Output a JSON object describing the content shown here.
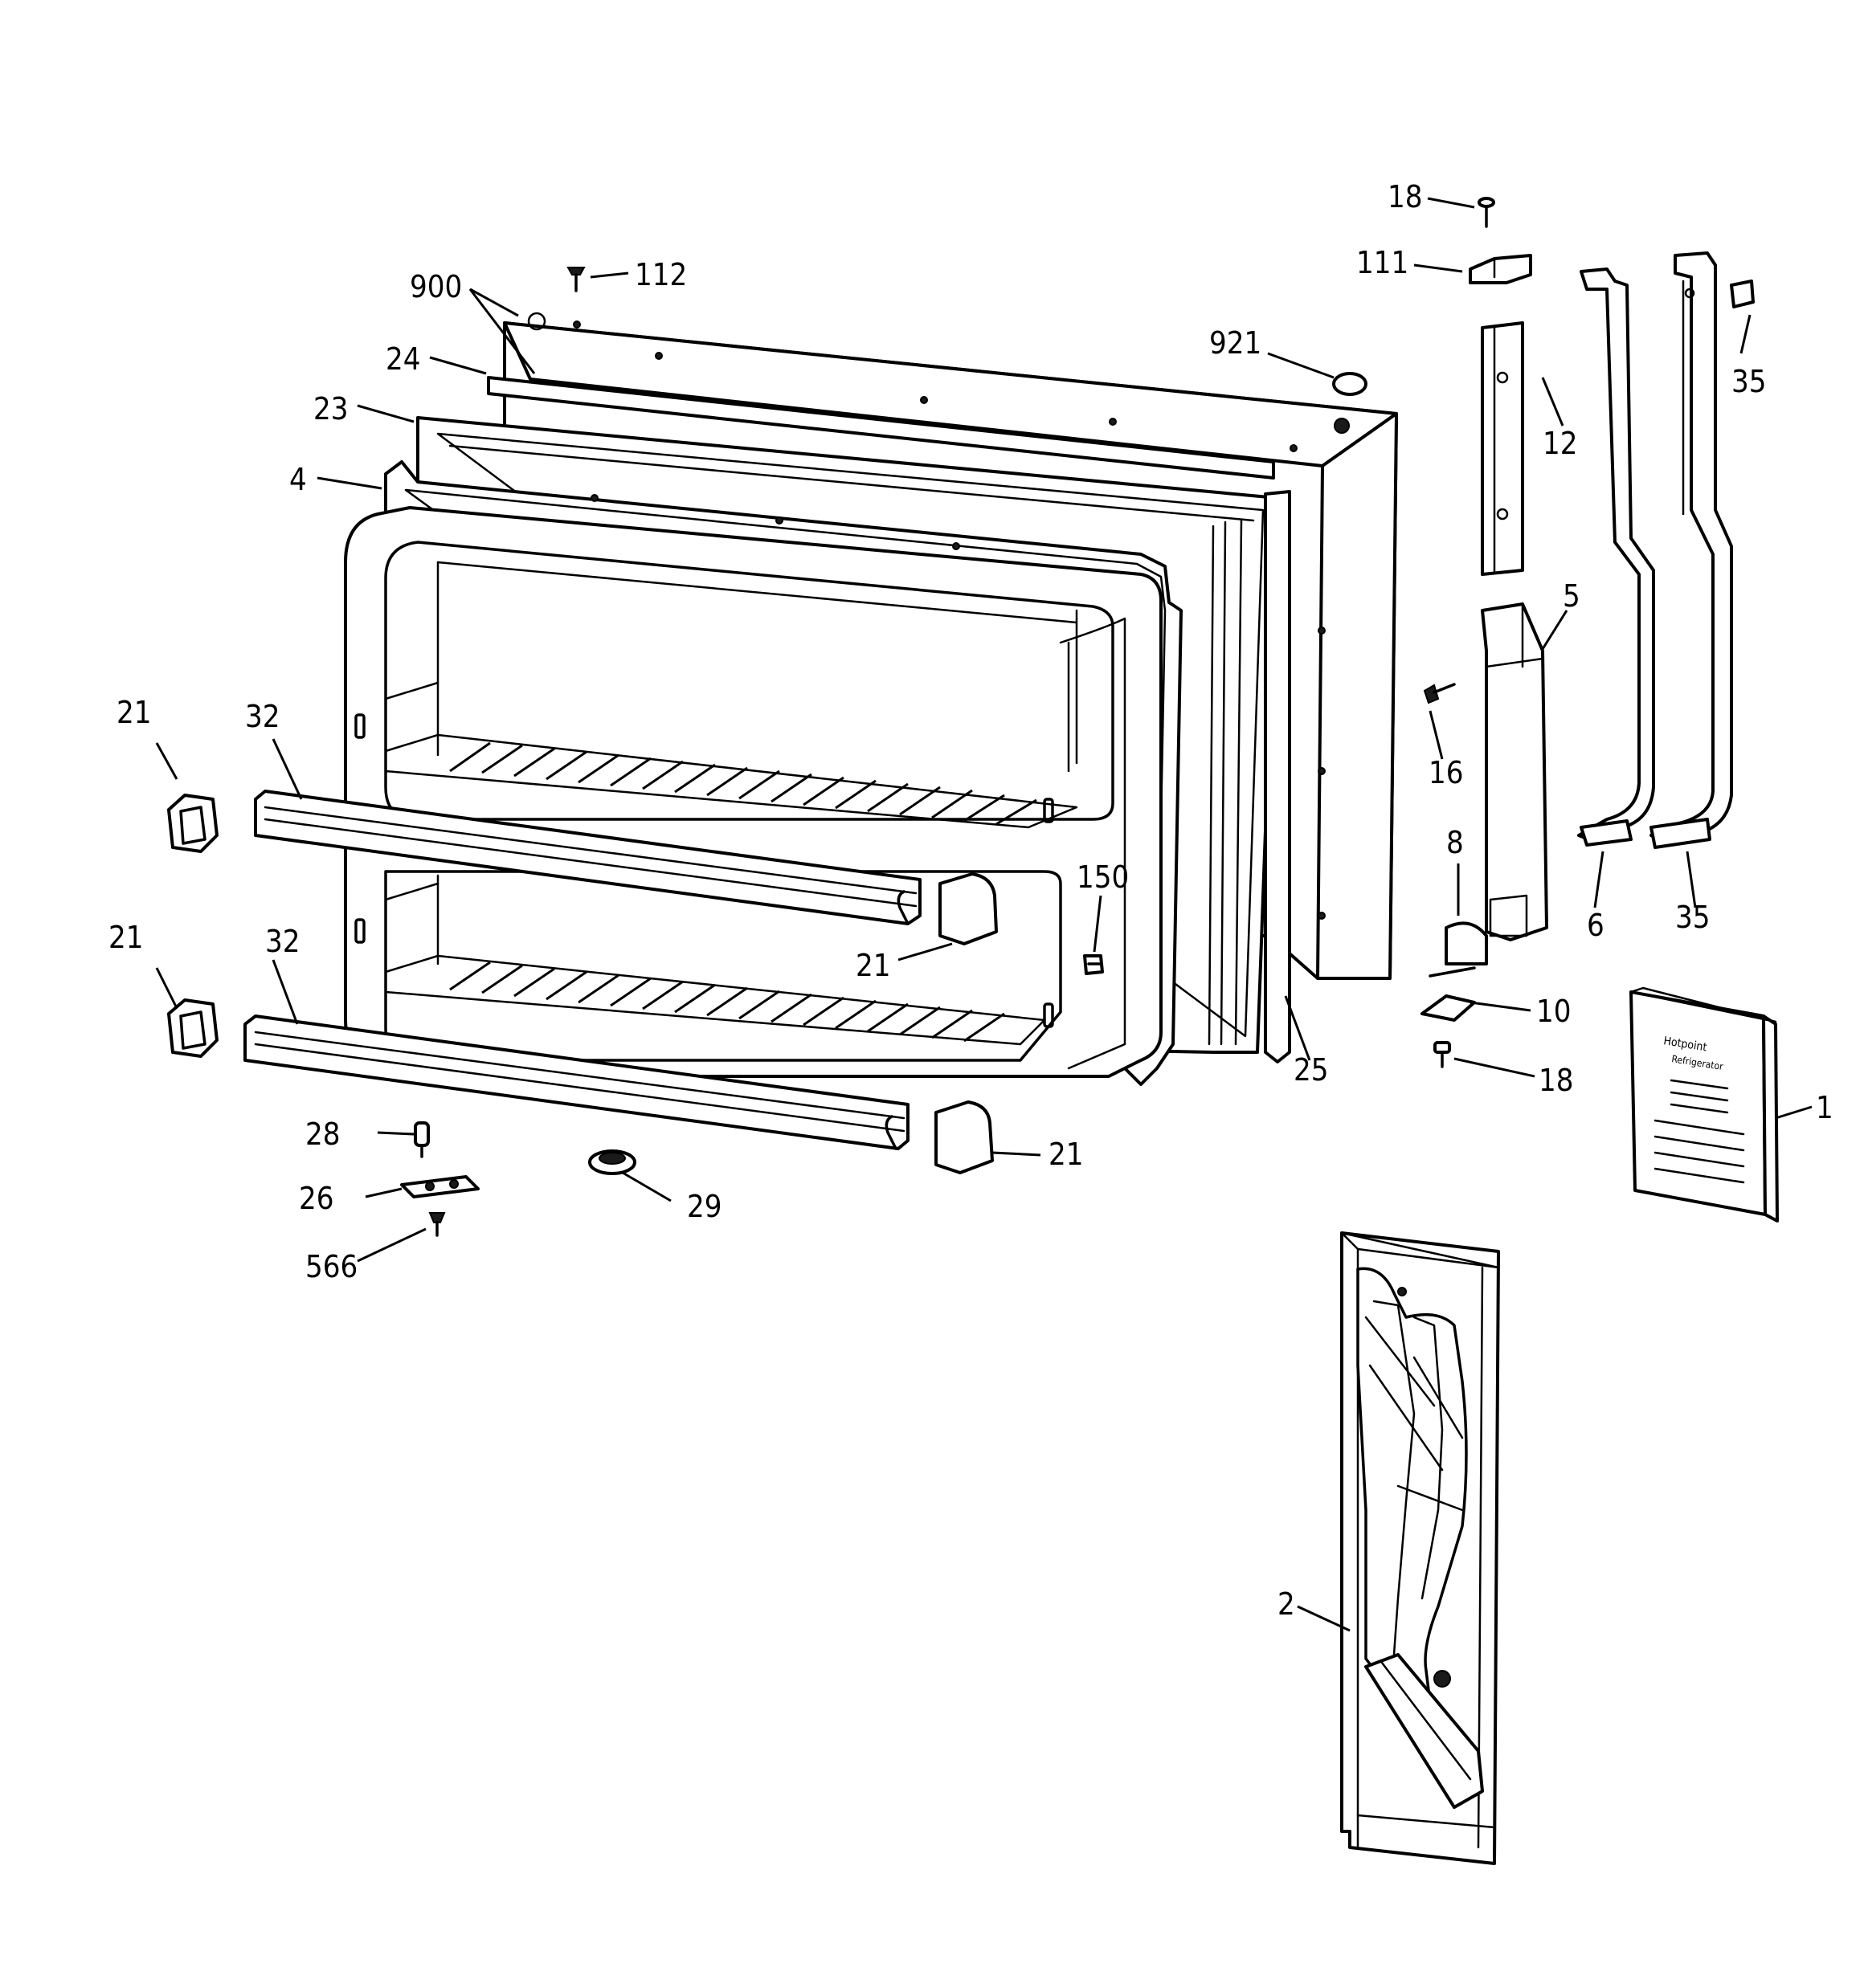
{
  "diagram": {
    "labels": [
      {
        "id": "l18a",
        "text": "18"
      },
      {
        "id": "l111",
        "text": "111"
      },
      {
        "id": "l112",
        "text": "112"
      },
      {
        "id": "l900",
        "text": "900"
      },
      {
        "id": "l921",
        "text": "921"
      },
      {
        "id": "l35a",
        "text": "35"
      },
      {
        "id": "l24",
        "text": "24"
      },
      {
        "id": "l23",
        "text": "23"
      },
      {
        "id": "l12",
        "text": "12"
      },
      {
        "id": "l4",
        "text": "4"
      },
      {
        "id": "l5",
        "text": "5"
      },
      {
        "id": "l21a",
        "text": "21"
      },
      {
        "id": "l32a",
        "text": "32"
      },
      {
        "id": "l16",
        "text": "16"
      },
      {
        "id": "l8",
        "text": "8"
      },
      {
        "id": "l150",
        "text": "150"
      },
      {
        "id": "l6",
        "text": "6"
      },
      {
        "id": "l35b",
        "text": "35"
      },
      {
        "id": "l21b",
        "text": "21"
      },
      {
        "id": "l21c",
        "text": "21"
      },
      {
        "id": "l32b",
        "text": "32"
      },
      {
        "id": "l10",
        "text": "10"
      },
      {
        "id": "l25",
        "text": "25"
      },
      {
        "id": "l18b",
        "text": "18"
      },
      {
        "id": "l1",
        "text": "1"
      },
      {
        "id": "l28",
        "text": "28"
      },
      {
        "id": "l21d",
        "text": "21"
      },
      {
        "id": "l26",
        "text": "26"
      },
      {
        "id": "l29",
        "text": "29"
      },
      {
        "id": "l566",
        "text": "566"
      },
      {
        "id": "l2",
        "text": "2"
      }
    ],
    "manual_lines": [
      "Hotpoint",
      "Refrigerator"
    ]
  }
}
